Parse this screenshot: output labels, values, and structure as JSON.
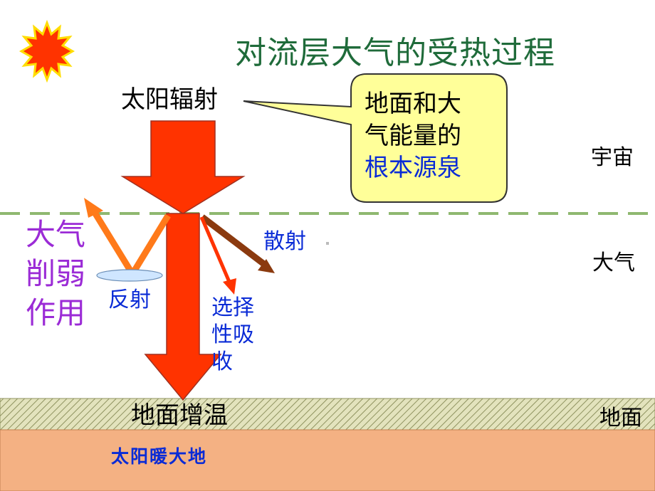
{
  "title": "对流层大气的受热过程",
  "solar_radiation": "太阳辐射",
  "callout": {
    "line1": "地面和大",
    "line2": "气能量的",
    "line3": "根本源泉"
  },
  "layers": {
    "space": "宇宙",
    "atmosphere": "大气",
    "ground": "地面"
  },
  "weakening": {
    "line1": "大气",
    "line2": "削弱",
    "line3": "作用"
  },
  "processes": {
    "scattering": "散射",
    "reflection": "反射",
    "absorption_line1": "选择",
    "absorption_line2": "性吸",
    "absorption_line3": "收"
  },
  "ground_warming": "地面增温",
  "sun_warms_earth": "太阳暖大地",
  "colors": {
    "title": "#1f6b3a",
    "sun": "#ff3300",
    "arrow": "#ff3300",
    "reflect_arrow": "#ff7a1a",
    "scatter_arrow": "#8b3a0f",
    "callout_fill": "#ffff99",
    "ground": "#f4b183",
    "dash": "#8fb870",
    "weakening_text": "#9b2bd6",
    "process_text": "#0a2bd6"
  }
}
